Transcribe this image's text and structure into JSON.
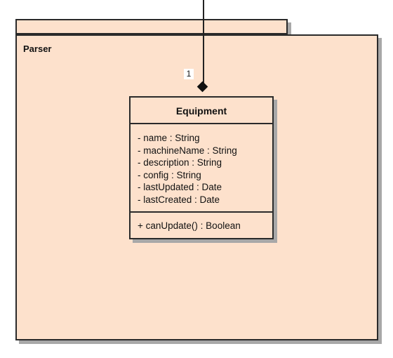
{
  "package": {
    "name": "Parser"
  },
  "association": {
    "multiplicity": "1"
  },
  "class": {
    "name": "Equipment",
    "attributes": [
      "- name : String",
      "- machineName : String",
      "- description : String",
      "- config : String",
      "- lastUpdated : Date",
      "- lastCreated : Date"
    ],
    "operations": [
      "+ canUpdate() : Boolean"
    ]
  },
  "colors": {
    "fill": "#fde1cc",
    "stroke": "#2a2a2a",
    "shadow": "#a8a8a8"
  }
}
